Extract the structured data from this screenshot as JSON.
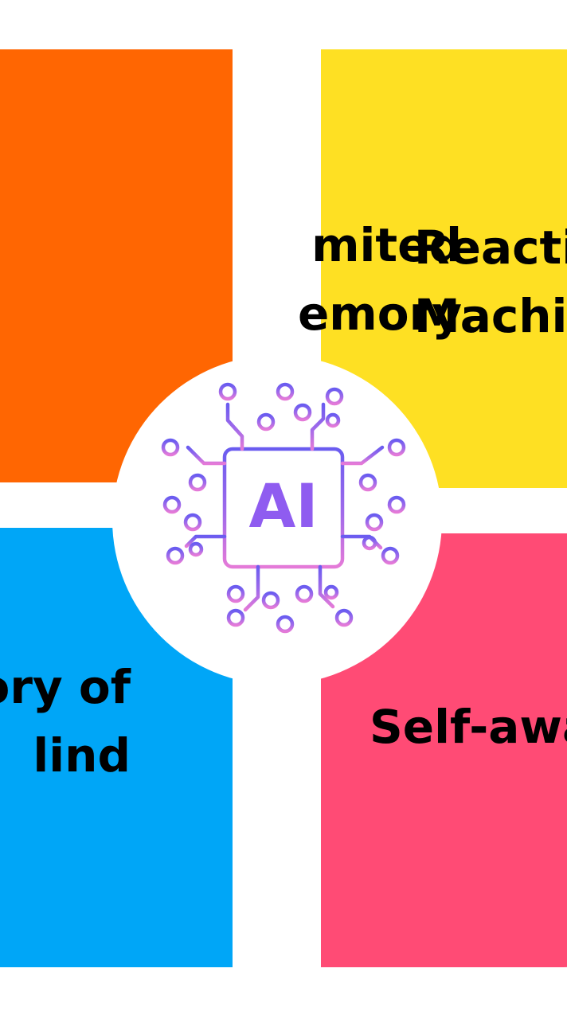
{
  "quadrants": {
    "top_left": {
      "line1": "mited",
      "line2": "emory",
      "color": "#FF6602"
    },
    "top_right": {
      "line1": "Reacti",
      "line2": "Machir",
      "color": "#FEE023"
    },
    "bottom_left": {
      "line1": "ory of",
      "line2": "lind",
      "color": "#00A6F7"
    },
    "bottom_right": {
      "line1": "Self-awa",
      "color": "#FF4B75"
    }
  },
  "center": {
    "chip_label": "AI",
    "icon": "circuit-chip-icon",
    "gradient": [
      "#6a5cf0",
      "#b86ae6",
      "#e47ad8"
    ]
  }
}
